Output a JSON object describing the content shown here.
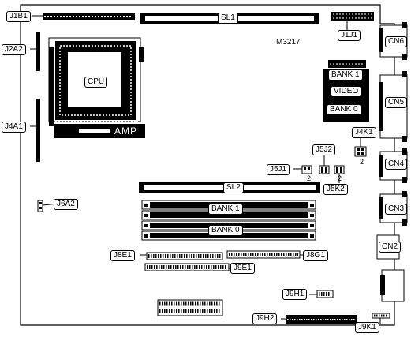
{
  "diagram": {
    "model_code": "M3217",
    "labels": {
      "J1B1": "J1B1",
      "SL1": "SL1",
      "J1J1": "J1J1",
      "CN6": "CN6",
      "J2A2": "J2A2",
      "CPU": "CPU",
      "BANK1_top": "BANK 1",
      "VIDEO": "VIDEO",
      "BANK0_top": "BANK 0",
      "CN5": "CN5",
      "J4A1": "J4A1",
      "AMP": "AMP",
      "J4K1": "J4K1",
      "J5J2": "J5J2",
      "J5J1": "J5J1",
      "CN4": "CN4",
      "SL2": "SL2",
      "J5K2": "J5K2",
      "J6A2": "J6A2",
      "CN3": "CN3",
      "BANK1_simm": "BANK 1",
      "BANK0_simm": "BANK 0",
      "CN2": "CN2",
      "J8E1": "J8E1",
      "J8G1": "J8G1",
      "J9E1": "J9E1",
      "J9H1": "J9H1",
      "J9H2": "J9H2",
      "J9K1": "J9K1",
      "pin_j4k1": "2",
      "pin_j5j1": "2",
      "pin_j5k2": "2"
    }
  }
}
